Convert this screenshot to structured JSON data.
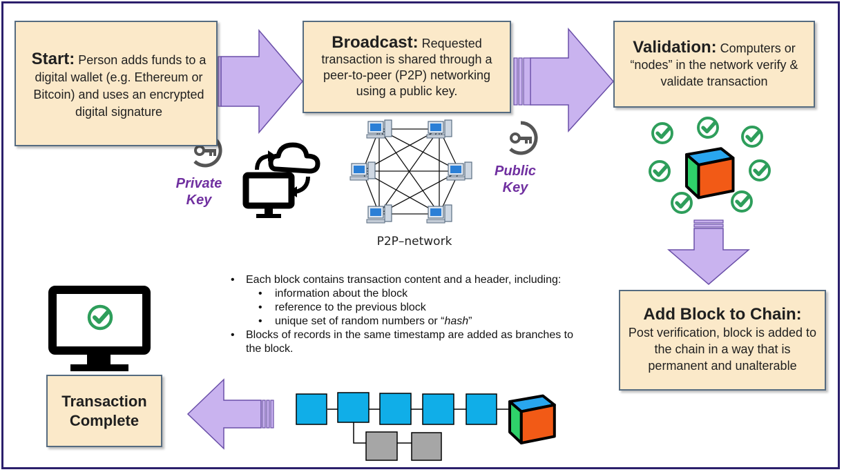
{
  "start": {
    "title": "Start:",
    "text": "Person adds funds to a digital wallet (e.g. Ethereum or Bitcoin) and uses an encrypted digital signature"
  },
  "broadcast": {
    "title": "Broadcast:",
    "text": "Requested transaction is shared through a peer-to-peer (P2P) networking using a public key."
  },
  "validation": {
    "title": "Validation:",
    "text": "Computers or “nodes” in the network verify & validate transaction"
  },
  "add_block": {
    "title": "Add Block to Chain:",
    "text": "Post verification, block is added to the chain in a way that is permanent and unalterable"
  },
  "complete": {
    "line1": "Transaction",
    "line2": "Complete"
  },
  "private_key": {
    "line1": "Private",
    "line2": "Key"
  },
  "public_key": {
    "line1": "Public",
    "line2": "Key"
  },
  "p2p_caption": "P2P–network",
  "notes": {
    "bullet1": "Each block contains transaction content and a header, including:",
    "sub1": "information about the block",
    "sub2": "reference to the previous block",
    "sub3_prefix": "unique set of random numbers or “",
    "sub3_hash": "hash",
    "sub3_suffix": "”",
    "bullet2": "Blocks of records in the same timestamp are added as branches to the block."
  },
  "colors": {
    "box_fill": "#fbe9c9",
    "box_border": "#556b80",
    "arrow_fill": "#c9b3ef",
    "label_purple": "#7030a0",
    "check_green": "#2e9e5b",
    "block_blue": "#10aee8",
    "block_gray": "#a6a6a6",
    "frame": "#2b1f6b"
  },
  "icons": [
    "key-icon",
    "computer-cloud-sync-icon",
    "p2p-network-icon",
    "checkmark-icon",
    "cube-block-icon",
    "monitor-check-icon"
  ]
}
